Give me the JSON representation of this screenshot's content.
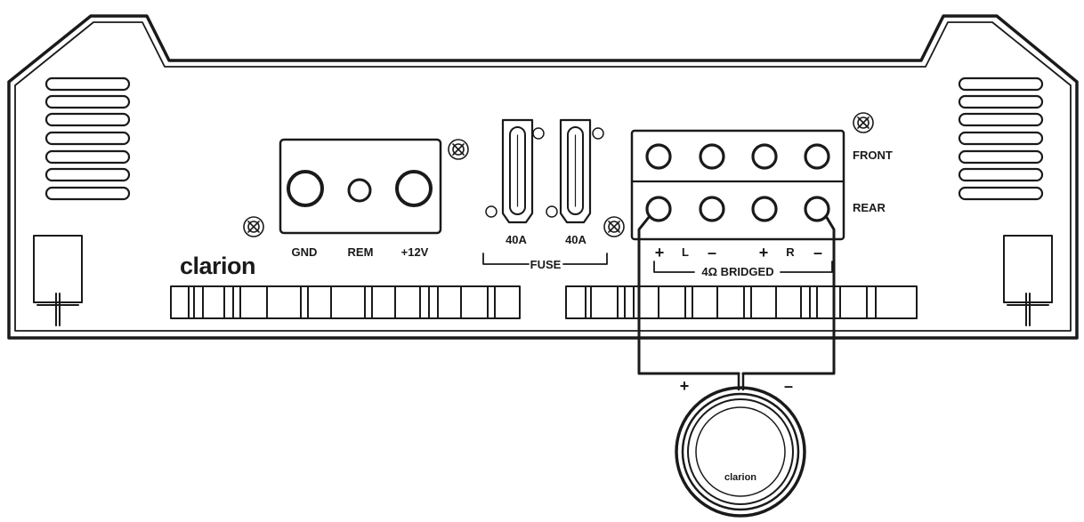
{
  "brand": "clarion",
  "speaker_brand": "clarion",
  "power_terminal": {
    "gnd": "GND",
    "rem": "REM",
    "plus12v": "+12V"
  },
  "fuses": {
    "fuse1": "40A",
    "fuse2": "40A",
    "group_label": "FUSE"
  },
  "speaker_terminal": {
    "front": "FRONT",
    "rear": "REAR",
    "polarity": {
      "l_plus": "+",
      "l": "L",
      "l_minus": "–",
      "r_plus": "+",
      "r": "R",
      "r_minus": "–"
    },
    "bridged_label": "4Ω BRIDGED"
  },
  "speaker_wire": {
    "plus": "+",
    "minus": "–"
  },
  "colors": {
    "line": "#1a1a1a",
    "background": "#ffffff"
  }
}
